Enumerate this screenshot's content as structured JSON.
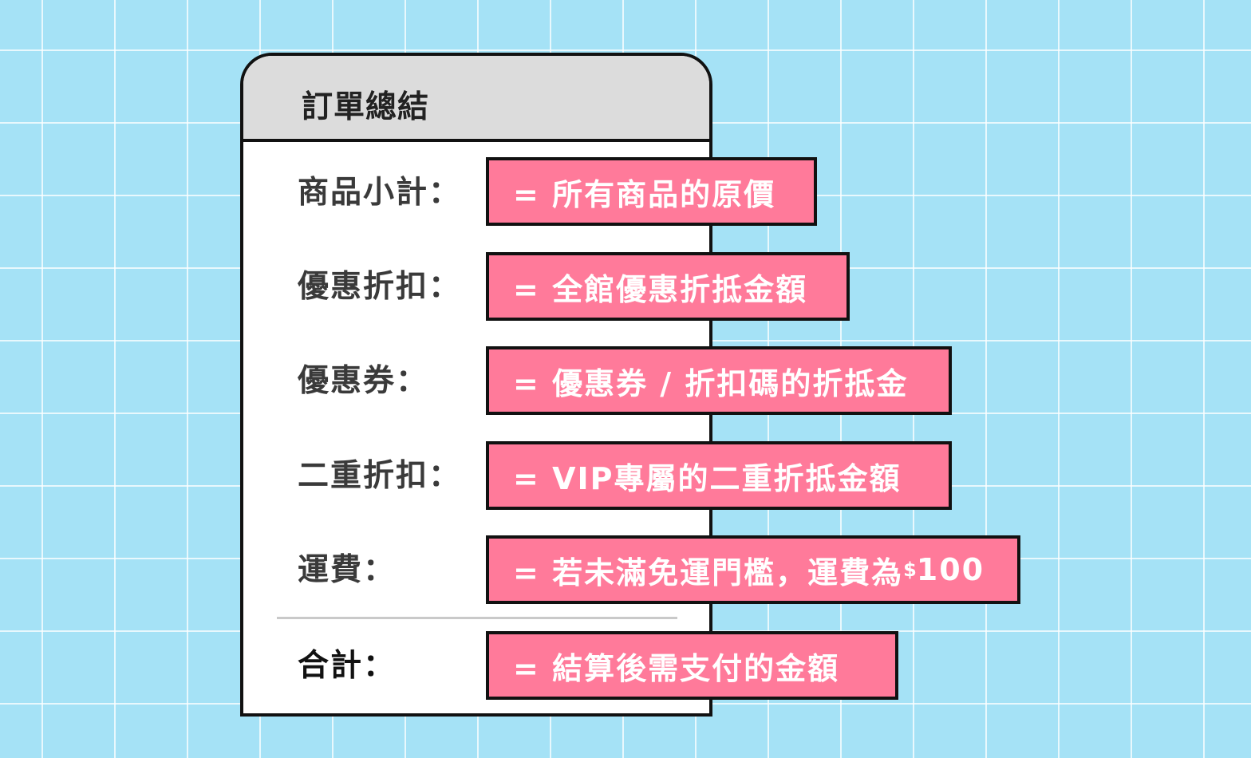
{
  "summary": {
    "title": "訂單總結",
    "rows": [
      {
        "label": "商品小計：",
        "desc": "= 所有商品的原價"
      },
      {
        "label": "優惠折扣：",
        "desc": "= 全館優惠折抵金額"
      },
      {
        "label": "優惠券：",
        "desc": "= 優惠券 / 折扣碼的折抵金"
      },
      {
        "label": "二重折扣：",
        "desc": "= VIP專屬的二重折抵金額"
      },
      {
        "label": "運費：",
        "desc_prefix": "= 若未滿免運門檻，運費為 ",
        "currency": "$",
        "amount": "100"
      },
      {
        "label": "合計：",
        "desc": "= 結算後需支付的金額"
      }
    ]
  },
  "colors": {
    "background": "#a5e2f6",
    "tag": "#ff7a9a",
    "header": "#dcdcdc"
  }
}
